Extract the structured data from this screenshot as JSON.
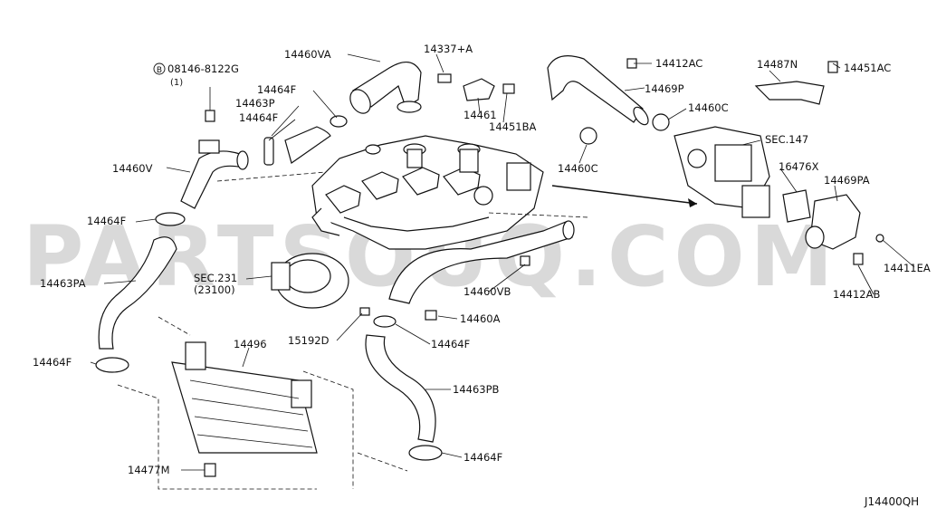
{
  "watermark": "PARTSOUQ.COM",
  "diagram_code": "J14400QH",
  "labels": {
    "bolt_ref_circle": "B",
    "bolt_ref": "08146-8122G",
    "bolt_ref_qty": "(1)",
    "l14460VA": "14460VA",
    "l14337A": "14337+A",
    "l14412AC": "14412AC",
    "l14487N": "14487N",
    "l14451AC": "14451AC",
    "l14464F_top": "14464F",
    "l14463P": "14463P",
    "l14464F_top2": "14464F",
    "l14461": "14461",
    "l14451BA": "14451BA",
    "l14469P": "14469P",
    "l14460C_a": "14460C",
    "l14460C_b": "14460C",
    "lSEC147": "SEC.147",
    "l14460V": "14460V",
    "l16476X": "16476X",
    "l14469PA": "14469PA",
    "l14464F_left": "14464F",
    "l14411EA": "14411EA",
    "lSEC231": "SEC.231",
    "l23100": "(23100)",
    "l14460VB": "14460VB",
    "l14463PA": "14463PA",
    "l14412AB": "14412AB",
    "l14460A": "14460A",
    "l15192D": "15192D",
    "l14464F_mid": "14464F",
    "l14496": "14496",
    "l14464F_low": "14464F",
    "l14463PB": "14463PB",
    "l14464F_bot": "14464F",
    "l14477M": "14477M"
  }
}
